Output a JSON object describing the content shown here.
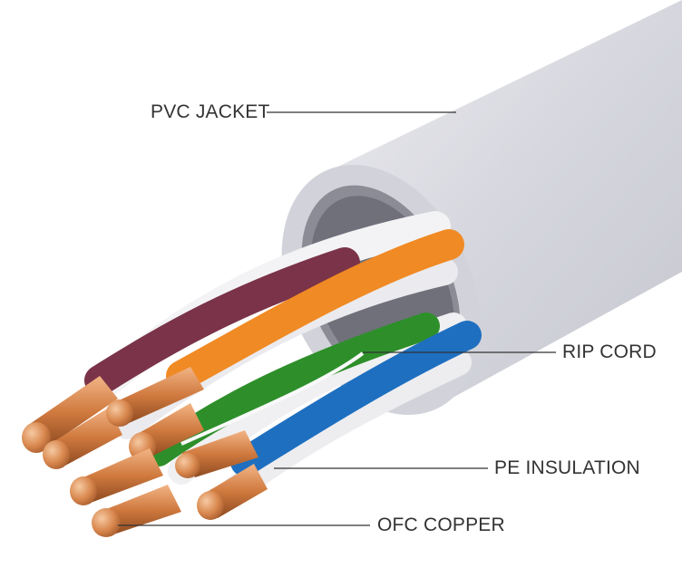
{
  "labels": {
    "pvc_jacket": "PVC JACKET",
    "rip_cord": "RIP CORD",
    "pe_insulation": "PE INSULATION",
    "ofc_copper": "OFC COPPER"
  },
  "colors": {
    "jacket": "#dcdde2",
    "jacket_shadow": "#b9bac3",
    "copper": "#d98a52",
    "orange": "#f08a24",
    "brown": "#7a3348",
    "green": "#2e8f2a",
    "blue": "#1e6fc0",
    "white_wire": "#f3f3f5",
    "leader_line": "#333333"
  }
}
